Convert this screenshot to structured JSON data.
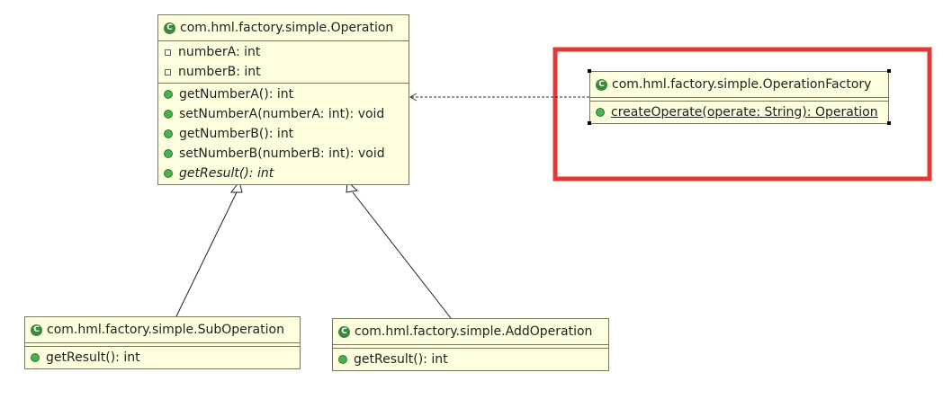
{
  "operation": {
    "name": "com.hml.factory.simple.Operation",
    "class_icon": "class-c-icon",
    "attributes": [
      {
        "text": "numberA: int",
        "visibility": "private"
      },
      {
        "text": "numberB: int",
        "visibility": "private"
      }
    ],
    "methods": [
      {
        "text": "getNumberA(): int",
        "visibility": "public"
      },
      {
        "text": "setNumberA(numberA: int): void",
        "visibility": "public"
      },
      {
        "text": "getNumberB(): int",
        "visibility": "public"
      },
      {
        "text": "setNumberB(numberB: int): void",
        "visibility": "public"
      },
      {
        "text": "getResult(): int",
        "visibility": "public",
        "abstract": true
      }
    ]
  },
  "factory": {
    "name": "com.hml.factory.simple.OperationFactory",
    "methods": [
      {
        "text": "createOperate(operate: String): Operation",
        "visibility": "public",
        "static": true
      }
    ]
  },
  "sub_operation": {
    "name": "com.hml.factory.simple.SubOperation",
    "methods": [
      {
        "text": "getResult(): int",
        "visibility": "public"
      }
    ]
  },
  "add_operation": {
    "name": "com.hml.factory.simple.AddOperation",
    "methods": [
      {
        "text": "getResult(): int",
        "visibility": "public"
      }
    ]
  },
  "colors": {
    "class_fill": "#ffffe0",
    "highlight_border": "#e53935",
    "class_icon": "#3a8a3a"
  }
}
